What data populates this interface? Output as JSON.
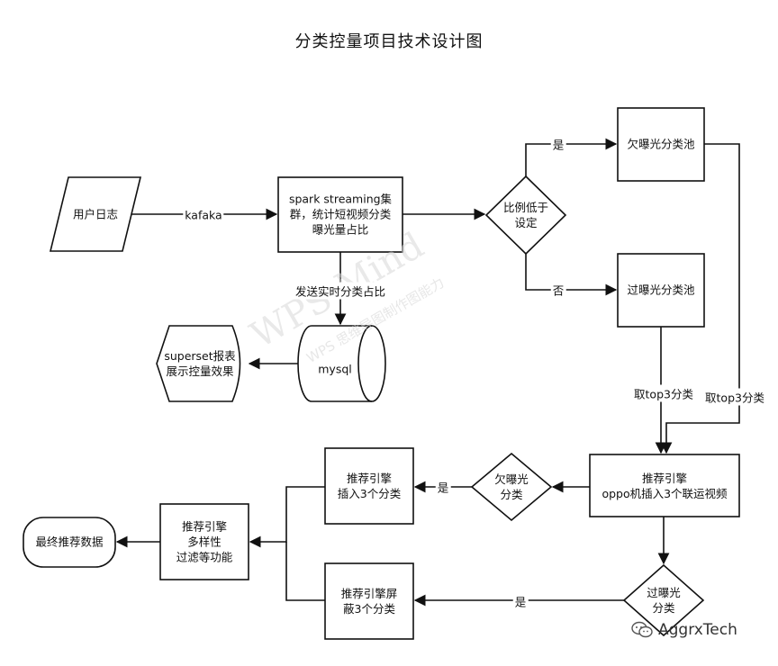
{
  "title": "分类控量项目技术设计图",
  "watermark": {
    "line1": "WPS Mind",
    "line2": "WPS 思维导图制作图能力"
  },
  "brand": {
    "icon": "wechat-icon",
    "text": "AggrxTech"
  },
  "nodes": {
    "user_log": "用户日志",
    "spark": [
      "spark streaming集",
      "群，统计短视频分类",
      "曝光量占比"
    ],
    "decision_ratio": [
      "比例低于",
      "设定"
    ],
    "under_pool": "欠曝光分类池",
    "over_pool": "过曝光分类池",
    "mysql": "mysql",
    "superset": [
      "superset报表",
      "展示控量效果"
    ],
    "engine_oppo": [
      "推荐引擎",
      "oppo机插入3个联运视频"
    ],
    "decision_under": [
      "欠曝光",
      "分类"
    ],
    "decision_over": [
      "过曝光",
      "分类"
    ],
    "engine_insert": [
      "推荐引擎",
      "插入3个分类"
    ],
    "engine_block": [
      "推荐引擎屏",
      "蔽3个分类"
    ],
    "engine_filter": [
      "推荐引擎",
      "多样性",
      "过滤等功能"
    ],
    "final": "最终推荐数据"
  },
  "edges": {
    "kafaka": "kafaka",
    "yes": "是",
    "no": "否",
    "send": "发送实时分类占比",
    "top3_a": "取top3分类",
    "top3_b": "取top3分类",
    "yes_under": "是",
    "yes_over": "是"
  }
}
